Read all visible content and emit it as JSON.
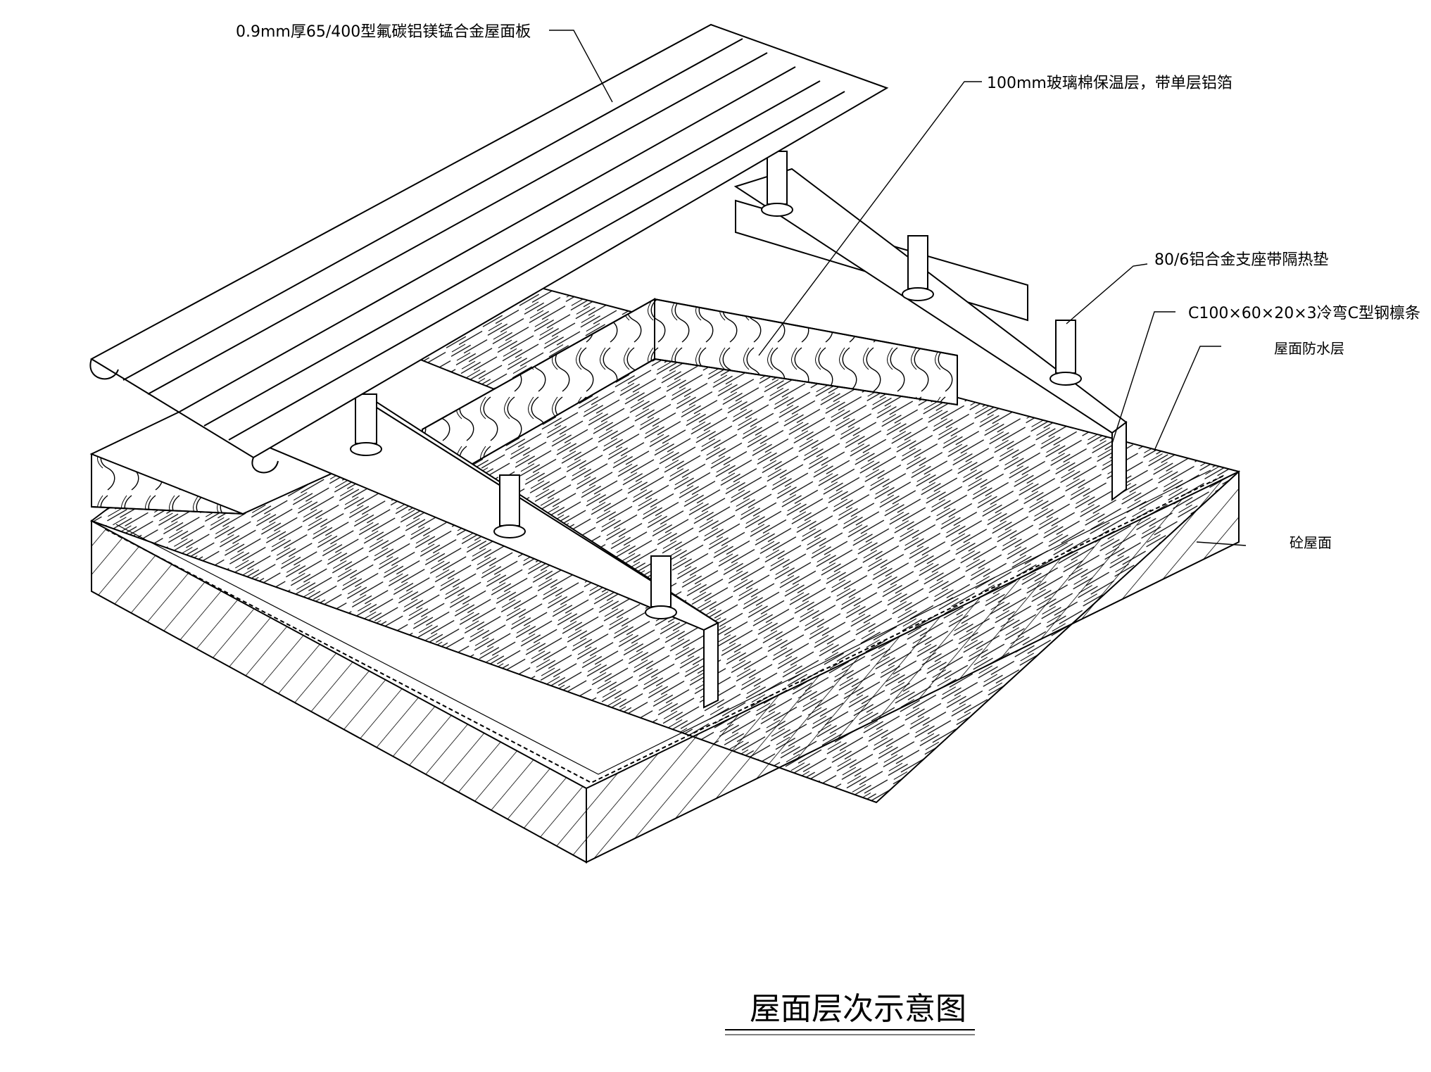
{
  "title": "屋面层次示意图",
  "annotations": {
    "roof_panel": "0.9mm厚65/400型氟碳铝镁锰合金屋面板",
    "insulation": "100mm玻璃棉保温层，带单层铝箔",
    "support": "80/6铝合金支座带隔热垫",
    "purlin": "C100×60×20×3冷弯C型钢檩条",
    "waterproof": "屋面防水层",
    "concrete": "砼屋面"
  }
}
